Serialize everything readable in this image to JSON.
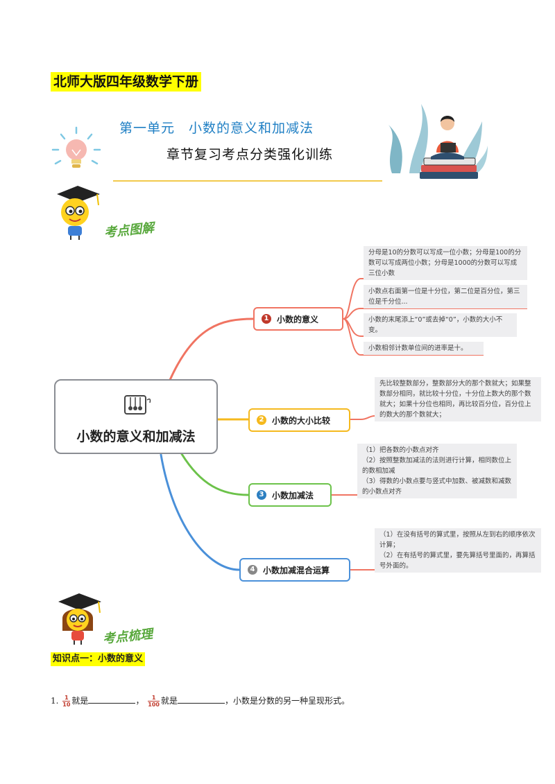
{
  "header": {
    "book_title": "北师大版四年级数学下册",
    "unit_title": "第一单元　小数的意义和加减法",
    "subtitle": "章节复习考点分类强化训练"
  },
  "sections": {
    "diagram_label": "考点图解",
    "review_label": "考点梳理"
  },
  "mindmap": {
    "central": "小数的意义和加减法",
    "branches": [
      {
        "num": "1",
        "label": "小数的意义",
        "color": "#f07462",
        "notes": [
          "分母是10的分数可以写成一位小数；分母是100的分数可以写成两位小数；分母是1000的分数可以写成三位小数",
          "小数点右面第一位是十分位，第二位是百分位，第三位是千分位...",
          "小数的末尾添上“0”或去掉“0”，小数的大小不变。",
          "小数相邻计数单位间的进率是十。"
        ]
      },
      {
        "num": "2",
        "label": "小数的大小比较",
        "color": "#f5b91e",
        "notes": [
          "先比较整数部分，整数部分大的那个数就大；如果整数部分相同，就比较十分位，十分位上数大的那个数就大；如果十分位也相同，再比较百分位，百分位上的数大的那个数就大；"
        ]
      },
      {
        "num": "3",
        "label": "小数加减法",
        "color": "#6cc24a",
        "notes": [
          "（1）把各数的小数点对齐\n（2）按照整数加减法的法则进行计算，相同数位上的数相加减\n（3）得数的小数点要与竖式中加数、被减数和减数的小数点对齐"
        ]
      },
      {
        "num": "4",
        "label": "小数加减混合运算",
        "color": "#4a90d9",
        "notes": [
          "（1）在没有括号的算式里，按照从左到右的顺序依次计算；\n（2）在有括号的算式里，要先算括号里面的，再算括号外面的。"
        ]
      }
    ]
  },
  "knowledge": {
    "heading": "知识点一：小数的意义",
    "q1": {
      "num": "1.",
      "frac1_num": "1",
      "frac1_den": "10",
      "text1": "就是",
      "sep": "，",
      "frac2_num": "1",
      "frac2_den": "100",
      "text2": "就是",
      "text3": "，小数是分数的另一种呈现形式。"
    }
  }
}
